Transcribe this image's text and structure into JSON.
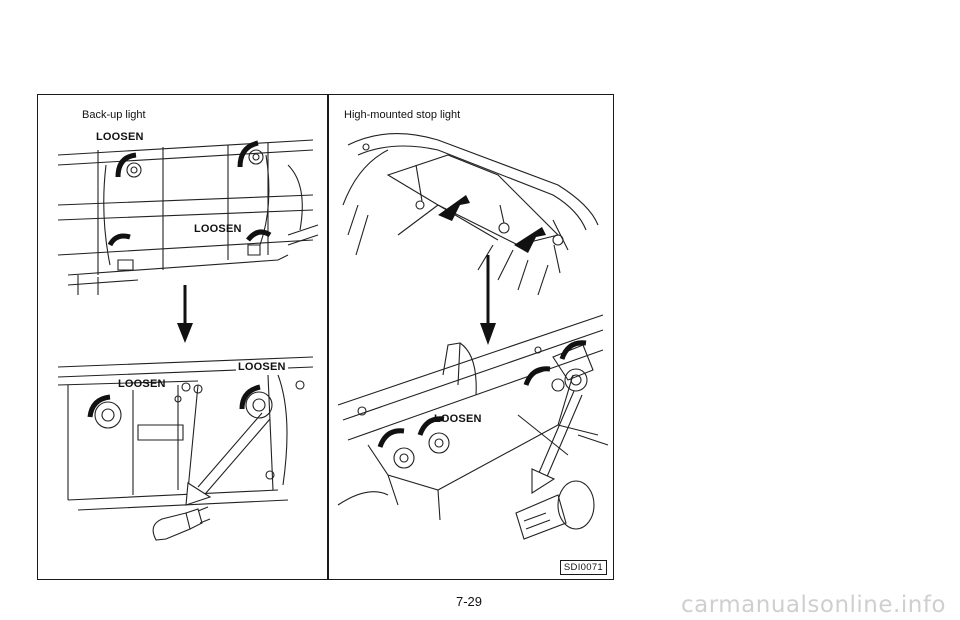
{
  "figure": {
    "left_panel": {
      "title": "Back-up light",
      "callouts": {
        "loosen_top": "LOOSEN",
        "loosen_mid": "LOOSEN",
        "loosen_lower_left": "LOOSEN",
        "loosen_lower_right": "LOOSEN"
      }
    },
    "right_panel": {
      "title": "High-mounted stop light",
      "callouts": {
        "loosen": "LOOSEN"
      }
    },
    "figure_code": "SDI0071"
  },
  "page": {
    "number": "7-29"
  },
  "watermark": "carmanualsonline.info"
}
